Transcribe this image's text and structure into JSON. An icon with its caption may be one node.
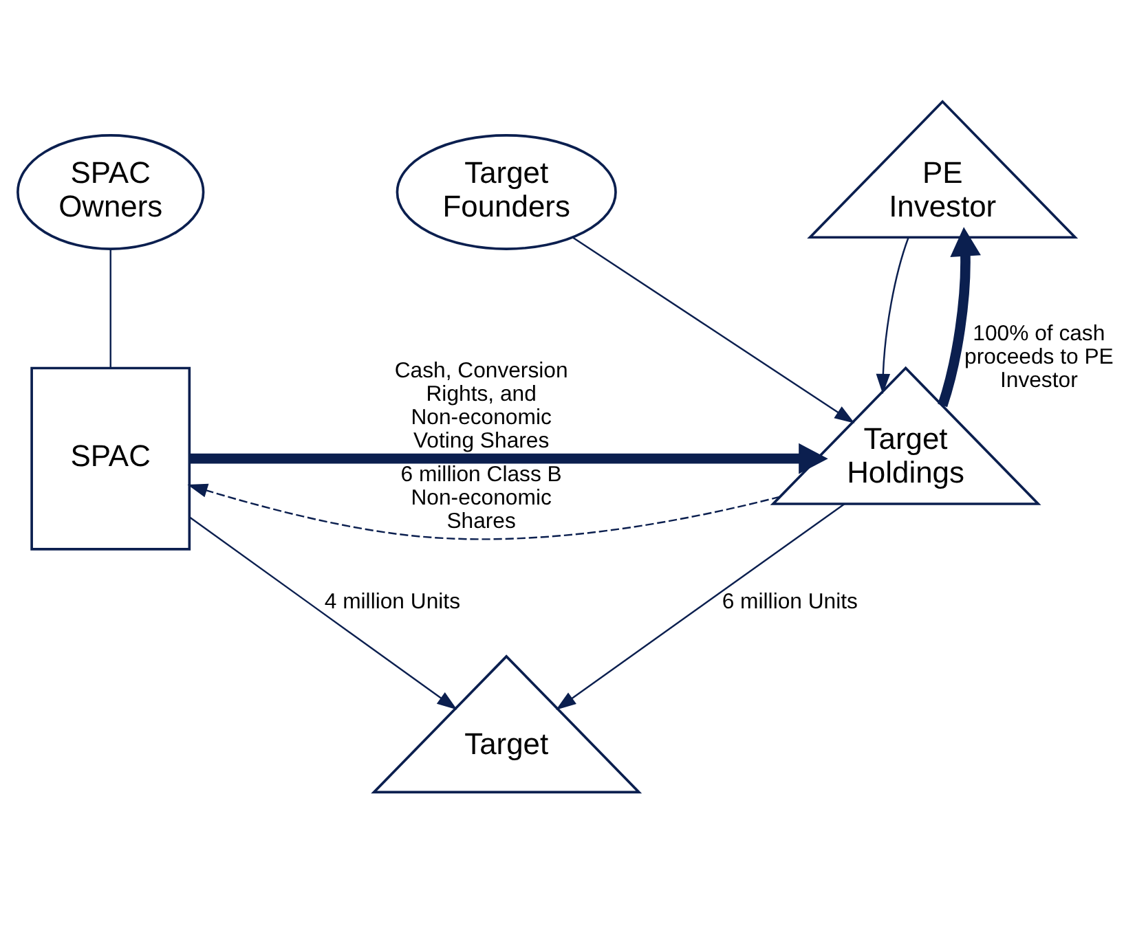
{
  "diagram": {
    "nodes": [
      {
        "text": [
          "Target Founders"
        ]
      },
      {
        "text": [
          "PE Investor"
        ]
      },
      {
        "text": [
          "SPAC Owners"
        ]
      },
      {
        "text": [
          "SPAC"
        ]
      },
      {
        "text": [
          "Target Holdings"
        ]
      },
      {
        "text": [
          "Target"
        ]
      }
    ],
    "edges": [
      {
        "from": 0,
        "to": 4,
        "arrow": "to"
      },
      {
        "from": 1,
        "to": 4,
        "arrow": "to"
      },
      {
        "from": 2,
        "to": 3,
        "arrow": "none"
      },
      {
        "from": 4,
        "to": 3,
        "arrow": "to",
        "style": "dashed",
        "label": "6 million Class B Non-economic Shares"
      },
      {
        "from": 3,
        "to": 4,
        "arrow": "to",
        "style": "thick",
        "label": "Cash, Conversion Rights, and Non-economic Voting Shares"
      },
      {
        "from": 4,
        "to": 1,
        "arrow": "to",
        "style": "thick",
        "label": "100% of cash proceeds to PE Investor"
      },
      {
        "from": 3,
        "to": 5,
        "arrow": "to",
        "label": "4 million Units"
      },
      {
        "from": 4,
        "to": 5,
        "arrow": "to",
        "label": "6 million Units"
      }
    ]
  }
}
